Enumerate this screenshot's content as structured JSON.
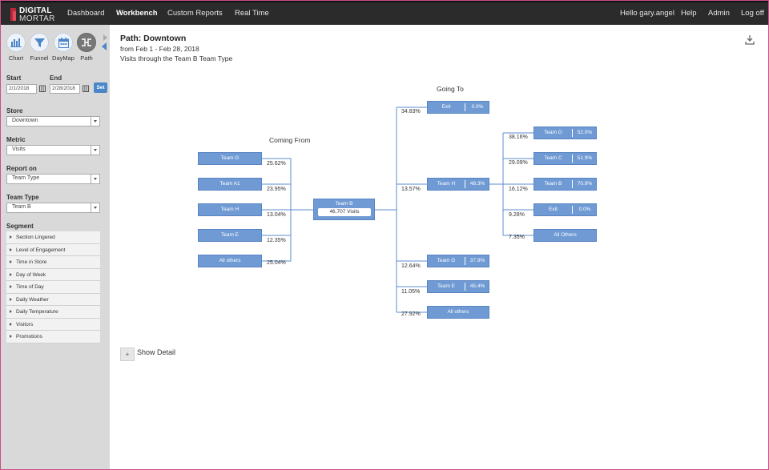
{
  "brand": {
    "line1": "DIGITAL",
    "line2": "MORTAR",
    "accent": "#b8283b"
  },
  "nav": {
    "items": [
      "Dashboard",
      "Workbench",
      "Custom Reports",
      "Real Time"
    ],
    "active": "Workbench",
    "greeting": "Hello gary.angel",
    "help": "Help",
    "admin": "Admin",
    "logoff": "Log off"
  },
  "sidebar": {
    "tools": [
      {
        "label": "Chart",
        "icon": "bar-chart-icon"
      },
      {
        "label": "Funnel",
        "icon": "funnel-icon"
      },
      {
        "label": "DayMap",
        "icon": "calendar-icon"
      },
      {
        "label": "Path",
        "icon": "path-icon"
      }
    ],
    "start_label": "Start",
    "end_label": "End",
    "start_value": "2/1/2018",
    "end_value": "2/28/2018",
    "set_label": "Set",
    "store_label": "Store",
    "store_value": "Downtown",
    "metric_label": "Metric",
    "metric_value": "Visits",
    "report_on_label": "Report on",
    "report_on_value": "Team Type",
    "team_type_label": "Team Type",
    "team_type_value": "Team B",
    "segment_label": "Segment",
    "segments": [
      "Section Lingered",
      "Level of Engagement",
      "Time in Store",
      "Day of Week",
      "Time of Day",
      "Daily Weather",
      "Daily Temperature",
      "Visitors",
      "Promotions"
    ]
  },
  "main": {
    "title": "Path: Downtown",
    "range": "from Feb 1 - Feb 28, 2018",
    "description": "Visits through the Team B Team Type",
    "show_detail_symbol": "+",
    "show_detail_label": "Show Detail"
  },
  "path": {
    "coming_from_header": "Coming From",
    "going_to_header": "Going To",
    "center": {
      "name": "Team B",
      "value": "46,707 Visits"
    },
    "coming_from": [
      {
        "name": "Team G",
        "pct": "25.62%"
      },
      {
        "name": "Team A1",
        "pct": "23.95%"
      },
      {
        "name": "Team H",
        "pct": "13.04%"
      },
      {
        "name": "Team E",
        "pct": "12.35%"
      },
      {
        "name": "All others",
        "pct": "25.04%"
      }
    ],
    "going_to": [
      {
        "name": "Exit",
        "value": "0.0%",
        "pct": "34.83%"
      },
      {
        "name": "Team H",
        "value": "48.3%",
        "pct": "13.57%"
      },
      {
        "name": "Team G",
        "value": "37.9%",
        "pct": "12.64%"
      },
      {
        "name": "Team E",
        "value": "45.4%",
        "pct": "11.05%"
      },
      {
        "name": "All others",
        "value": "",
        "pct": "27.92%"
      }
    ],
    "next_from_team_h": [
      {
        "name": "Team G",
        "value": "52.0%",
        "pct": "38.16%"
      },
      {
        "name": "Team C",
        "value": "51.9%",
        "pct": "29.09%"
      },
      {
        "name": "Team B",
        "value": "70.9%",
        "pct": "16.12%"
      },
      {
        "name": "Exit",
        "value": "0.0%",
        "pct": "9.28%"
      },
      {
        "name": "All Others",
        "value": "",
        "pct": "7.35%"
      }
    ],
    "colors": {
      "node": "#6f9ad4",
      "line": "#5b8ed0"
    }
  }
}
